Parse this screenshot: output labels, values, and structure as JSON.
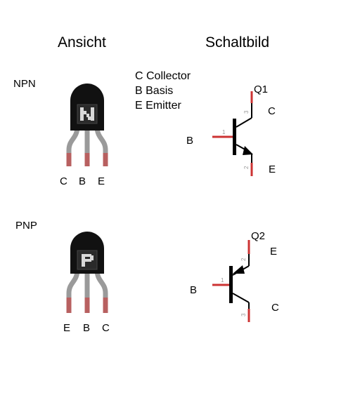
{
  "headings": {
    "view": "Ansicht",
    "schematic": "Schaltbild"
  },
  "legend": [
    "C Collector",
    "B Basis",
    "E Emitter"
  ],
  "npn": {
    "type_label": "NPN",
    "body_letter": "N",
    "pin_labels": [
      "C",
      "B",
      "E"
    ],
    "ref": "Q1",
    "schematic_labels": {
      "collector": "C",
      "base": "B",
      "emitter": "E"
    },
    "pin_numbers": {
      "base": "1",
      "emitter": "2",
      "collector": "3"
    }
  },
  "pnp": {
    "type_label": "PNP",
    "body_letter": "P",
    "pin_labels": [
      "E",
      "B",
      "C"
    ],
    "ref": "Q2",
    "schematic_labels": {
      "emitter": "E",
      "base": "B",
      "collector": "C"
    },
    "pin_numbers": {
      "base": "1",
      "emitter": "2",
      "collector": "3"
    }
  },
  "colors": {
    "body": "#111111",
    "leg": "#9a9a9a",
    "leg_tip": "#b86060",
    "wire": "#cc3333",
    "line": "#000000",
    "pin_num": "#999999"
  }
}
